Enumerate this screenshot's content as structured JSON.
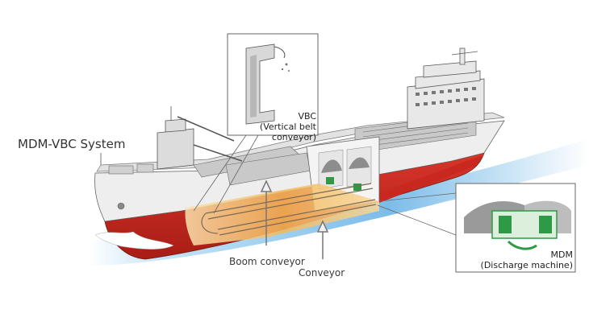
{
  "diagram": {
    "title": "MDM-VBC System",
    "labels": {
      "vbc_line1": "VBC",
      "vbc_line2": "(Vertical belt conveyor)",
      "boom_conveyor": "Boom conveyor",
      "conveyor": "Conveyor",
      "mdm_line1": "MDM",
      "mdm_line2": "(Discharge machine)"
    },
    "colors": {
      "hull_red": "#c8281e",
      "hull_white": "#eeeeee",
      "water": "#7fc0ea",
      "conveyor_glow": "#f6c56a",
      "machine_green": "#2f9a45",
      "outline": "#555555"
    }
  }
}
